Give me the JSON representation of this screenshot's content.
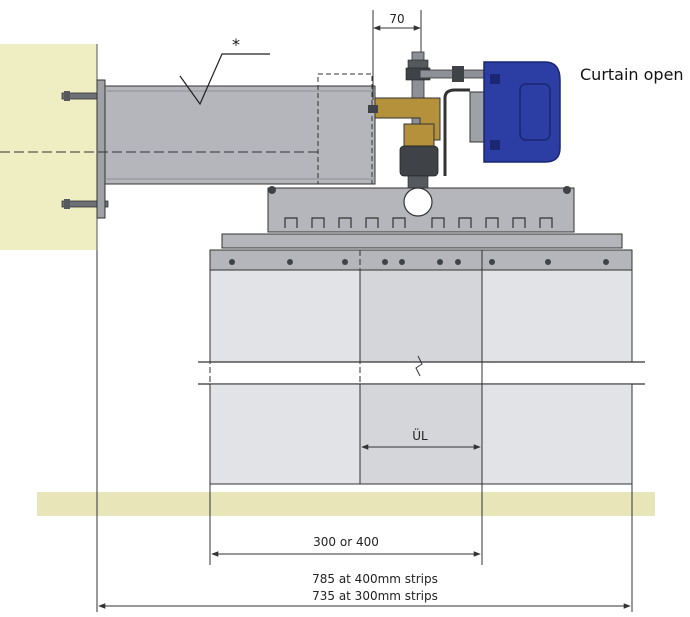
{
  "labels": {
    "top_dimension": "70",
    "surface_symbol_mark": "*",
    "curtain_status": "Curtain open",
    "overlap": "ÜL",
    "strip_width": "300 or 400",
    "total_400": "785 at 400mm strips",
    "total_300": "735 at 300mm strips"
  },
  "colors": {
    "wall": "#efeec2",
    "floor": "#e8e6b8",
    "steel": "#b4b6bb",
    "steel_dark": "#8d9096",
    "bracket_gold": "#b5913c",
    "motor_blue": "#2c3ea3",
    "strip_light": "#e2e3e6",
    "strip_overlap": "#d5d6d9",
    "line": "#333333"
  }
}
